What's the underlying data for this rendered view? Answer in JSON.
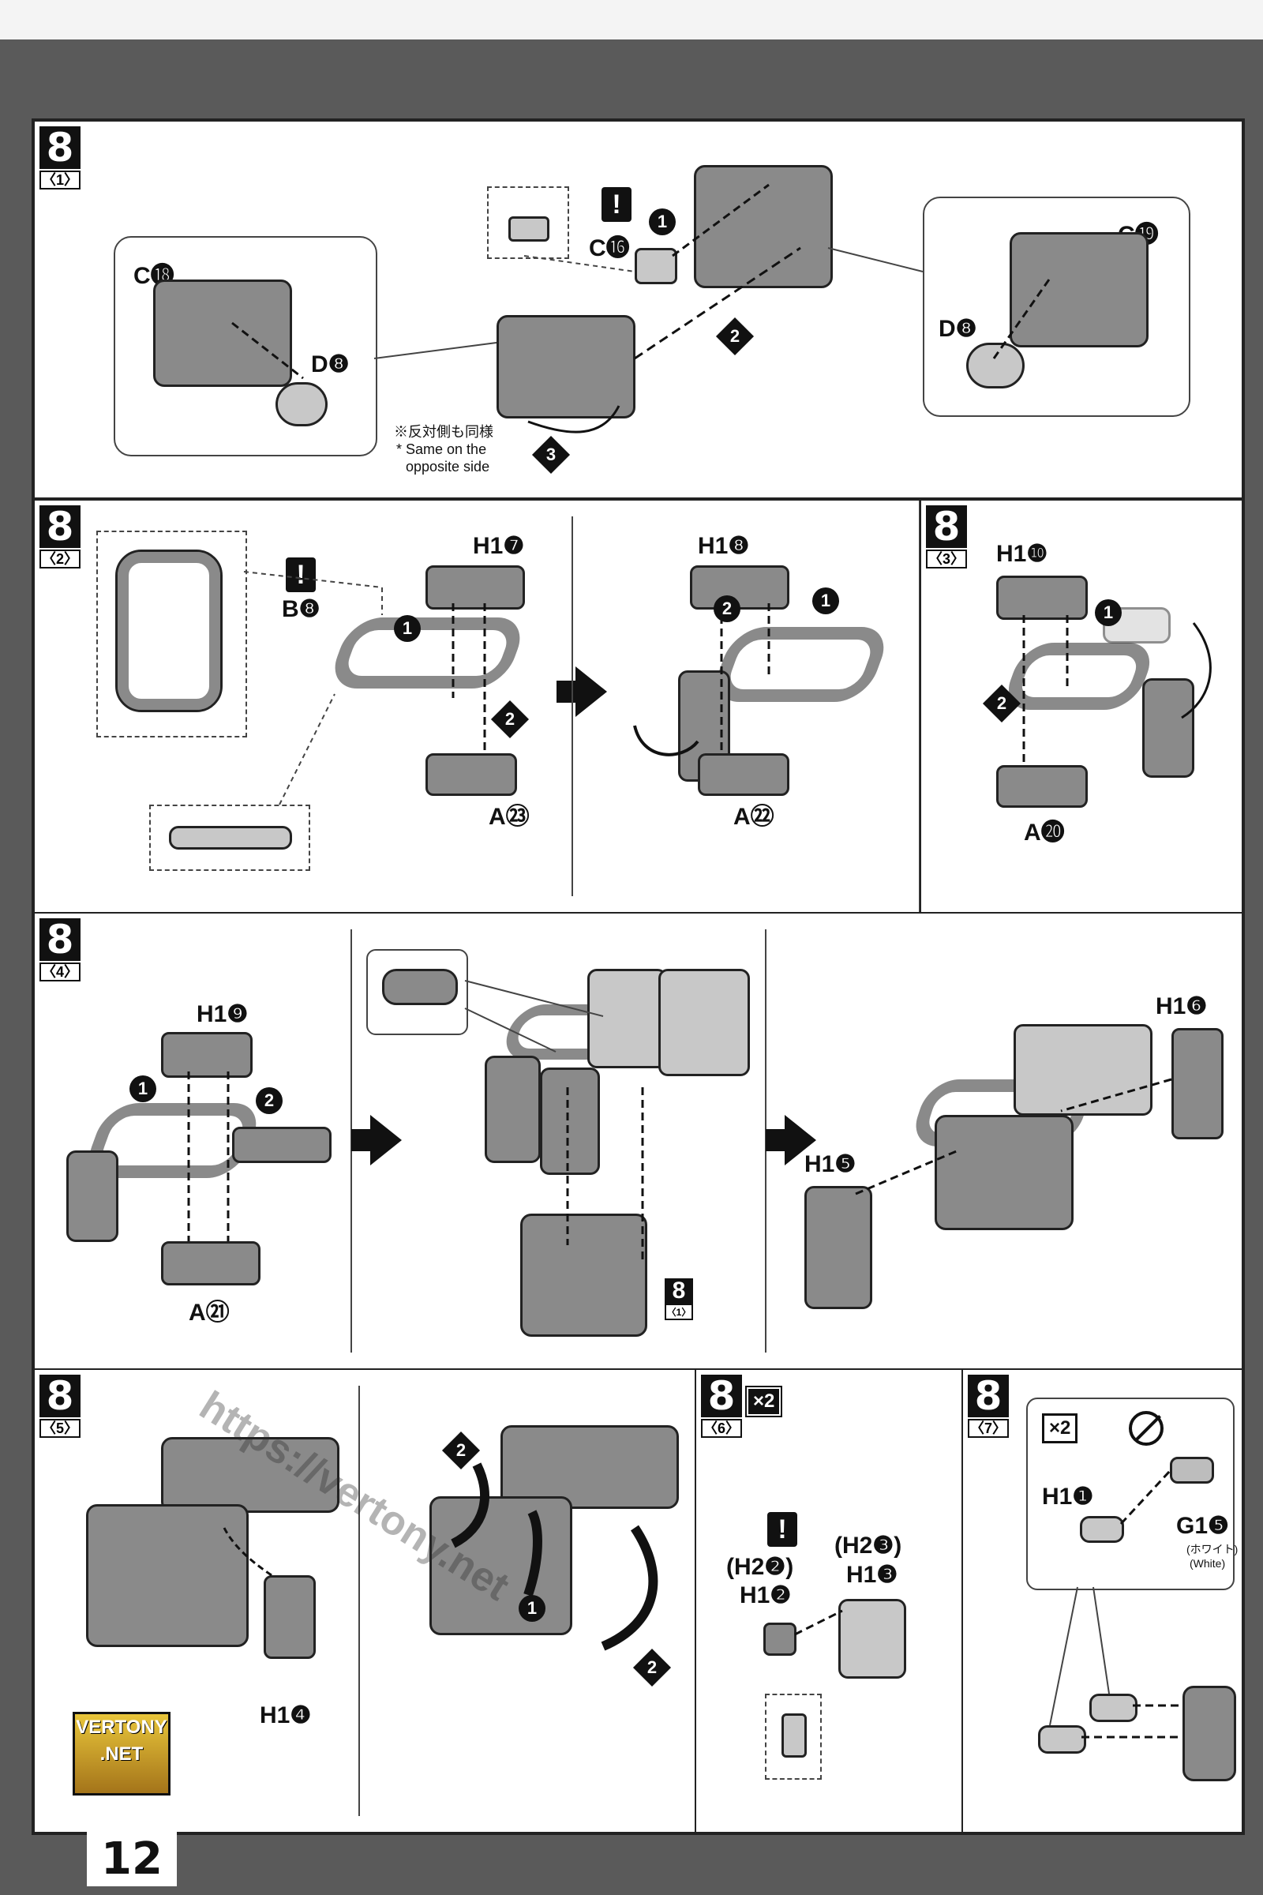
{
  "page": {
    "number": "12"
  },
  "steps": {
    "s1": {
      "num": "8",
      "sub": "〈1〉",
      "labels": {
        "c18": "C⓲",
        "d8_left": "D❽",
        "c16": "C⓰",
        "c19": "C⓳",
        "d8_right": "D❽"
      },
      "note_jp": "※反対側も同様",
      "note_en1": "* Same on the",
      "note_en2": "opposite side",
      "order": [
        "1",
        "2",
        "3"
      ]
    },
    "s2": {
      "num": "8",
      "sub": "〈2〉",
      "labels": {
        "h17": "H1❼",
        "b8": "B❽",
        "a23": "A㉓",
        "h18": "H1❽",
        "a22": "A㉒"
      }
    },
    "s3": {
      "num": "8",
      "sub": "〈3〉",
      "labels": {
        "h110": "H1❿",
        "a20": "A⓴"
      }
    },
    "s4": {
      "num": "8",
      "sub": "〈4〉",
      "labels": {
        "h19": "H1❾",
        "a21": "A㉑",
        "ref_num": "8",
        "ref_sub": "〈1〉",
        "h16": "H1❻",
        "h15": "H1❺"
      }
    },
    "s5": {
      "num": "8",
      "sub": "〈5〉",
      "labels": {
        "h14": "H1❹"
      }
    },
    "s6": {
      "num": "8",
      "sub": "〈6〉",
      "x2": "×2",
      "labels": {
        "h22p": "(H2❷)",
        "h12": "H1❷",
        "h23p": "(H2❸)",
        "h13": "H1❸"
      }
    },
    "s7": {
      "num": "8",
      "sub": "〈7〉",
      "x2": "×2",
      "labels": {
        "h11": "H1❶",
        "g15": "G1❺",
        "white_jp": "(ホワイト)",
        "white_en": "(White)"
      }
    }
  },
  "watermark": {
    "url": "https://vertony.net",
    "logo_top": "VERTONY",
    "logo_bottom": ".NET"
  }
}
